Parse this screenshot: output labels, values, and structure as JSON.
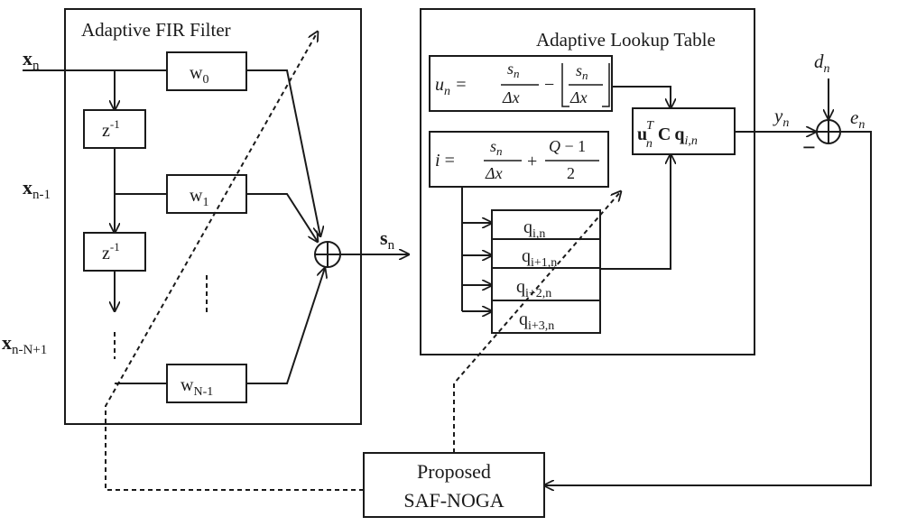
{
  "fir": {
    "title": "Adaptive FIR Filter",
    "inputs": {
      "x0": {
        "base": "x",
        "sub": "n"
      },
      "x1": {
        "base": "x",
        "sub": "n-1"
      },
      "x2": {
        "base": "x",
        "sub": "n-N+1"
      }
    },
    "delay": {
      "base": "z",
      "sup": "-1"
    },
    "weights": {
      "w0": {
        "base": "w",
        "sub": "0"
      },
      "w1": {
        "base": "w",
        "sub": "1"
      },
      "w2": {
        "base": "w",
        "sub": "N-1"
      }
    },
    "sum_symbol": "⊕",
    "output": {
      "base": "s",
      "sub": "n"
    }
  },
  "lut": {
    "title": "Adaptive Lookup Table",
    "eq_u": "u_n = s_n/Δx − ⌊s_n/Δx⌋",
    "eq_i": "i = s_n/Δx + (Q−1)/2",
    "output_expr": "u_n^T C q_{i,n}",
    "q_entries": [
      {
        "base": "q",
        "sub": "i,n"
      },
      {
        "base": "q",
        "sub": "i+1,n"
      },
      {
        "base": "q",
        "sub": "i+2,n"
      },
      {
        "base": "q",
        "sub": "i+3,n"
      }
    ]
  },
  "output": {
    "y": {
      "base": "y",
      "sub": "n"
    },
    "d": {
      "base": "d",
      "sub": "n"
    },
    "e": {
      "base": "e",
      "sub": "n"
    },
    "minus": "−",
    "sum_symbol": "⊕"
  },
  "algorithm": {
    "line1": "Proposed",
    "line2": "SAF-NOGA"
  }
}
